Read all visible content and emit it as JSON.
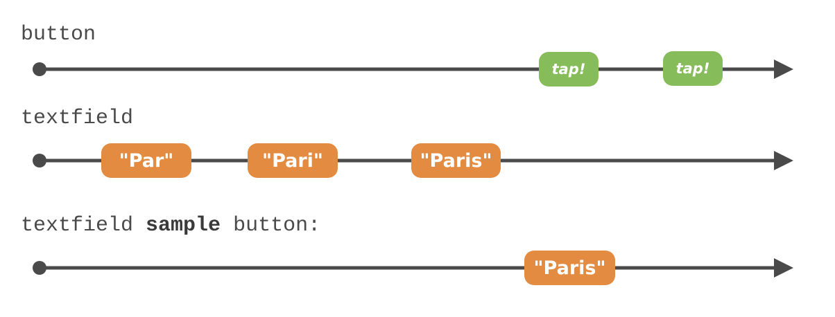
{
  "rows": [
    {
      "label": "button",
      "events": [
        {
          "text": "tap!",
          "kind": "tap"
        },
        {
          "text": "tap!",
          "kind": "tap"
        }
      ]
    },
    {
      "label": "textfield",
      "events": [
        {
          "text": "\"Par\"",
          "kind": "text"
        },
        {
          "text": "\"Pari\"",
          "kind": "text"
        },
        {
          "text": "\"Paris\"",
          "kind": "text"
        }
      ]
    },
    {
      "label_prefix": "textfield ",
      "label_operator": "sample",
      "label_suffix": " button:",
      "events": [
        {
          "text": "\"Paris\"",
          "kind": "text"
        }
      ]
    }
  ],
  "colors": {
    "timeline": "#4a4a4a",
    "tap_event": "#86bc5a",
    "text_event": "#e38c41"
  }
}
